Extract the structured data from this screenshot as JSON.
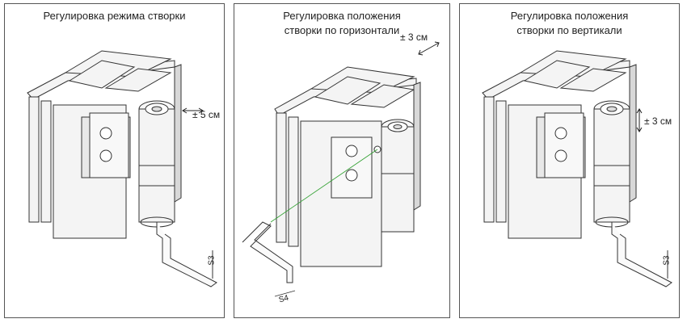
{
  "panels": [
    {
      "title_lines": [
        "Регулировка режима створки"
      ],
      "adjustment": "± 5 см",
      "key_size": "S3",
      "arrow_direction": "horizontal"
    },
    {
      "title_lines": [
        "Регулировка положения",
        "створки по горизонтали"
      ],
      "adjustment": "± 3 см",
      "key_size": "S4",
      "arrow_direction": "diagonal"
    },
    {
      "title_lines": [
        "Регулировка положения",
        "створки по вертикали"
      ],
      "adjustment": "± 3 см",
      "key_size": "S3",
      "arrow_direction": "vertical"
    }
  ],
  "colors": {
    "line": "#333333",
    "frame_face": "#f4f4f4",
    "frame_shade": "#d8d8d8",
    "axis_line": "#2fa02f"
  }
}
